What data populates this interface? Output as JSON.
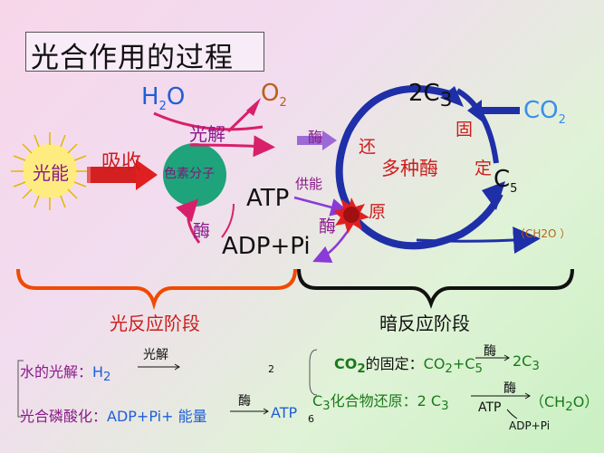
{
  "title": "光合作用的过程",
  "diagram": {
    "light_energy": "光能",
    "absorb": "吸收",
    "pigment": "色素分子",
    "water": "H",
    "water_sub": "2",
    "water_o": "O",
    "oxygen": "O",
    "oxygen_sub": "2",
    "photolysis": "光解",
    "enzyme_left": "酶",
    "atp": "ATP",
    "adp_pi": "ADP+Pi",
    "enzyme_arrow": "酶",
    "energy_supply": "供能",
    "enzyme_center": "酶",
    "reduce_a": "还",
    "reduce_b": "原",
    "multi_enzyme": "多种酶",
    "two_c3": "2C",
    "two_c3_sub": "3",
    "co2": "CO",
    "co2_sub": "2",
    "fix_a": "固",
    "fix_b": "定",
    "c5": "C",
    "c5_sub": "5",
    "ch2o": "（CH2O ）",
    "stage_light": "光反应阶段",
    "stage_dark": "暗反应阶段"
  },
  "equations": {
    "photolysis_label": "水的光解：",
    "photolysis_reactant": "H",
    "photolysis_reactant_sub": "2",
    "photolysis_arrow_label": "光解",
    "photolysis_trailing_sub": "2",
    "phos_label": "光合磷酸化：",
    "phos_reactants": "ADP+Pi+ 能量",
    "phos_arrow_label": "酶",
    "phos_product": "ATP",
    "phos_trailing_sub": "6",
    "fix_prefix": "CO",
    "fix_prefix_sub": "2",
    "fix_label": "的固定：",
    "fix_reactants": "CO",
    "fix_reactants_sub": "2",
    "fix_plus": "+C",
    "fix_plus_sub": "5",
    "fix_arrow_label": "酶",
    "fix_product": "2C",
    "fix_product_sub": "3",
    "red_prefix": "C",
    "red_prefix_sub": "3",
    "red_label": "化合物还原：2 C",
    "red_label_sub": "3",
    "red_arrow_label": "酶",
    "red_product": "（CH",
    "red_product_sub": "2",
    "red_product_end": "O）",
    "red_atp": "ATP",
    "red_adp": "ADP+Pi"
  },
  "colors": {
    "pigment_green": "#1fa37a",
    "cycle_blue": "#1e2fa8",
    "arrow_red": "#e02020",
    "arrow_purple": "#8a3ad6",
    "bracket_orange": "#f04a00",
    "bracket_dark": "#111111"
  }
}
